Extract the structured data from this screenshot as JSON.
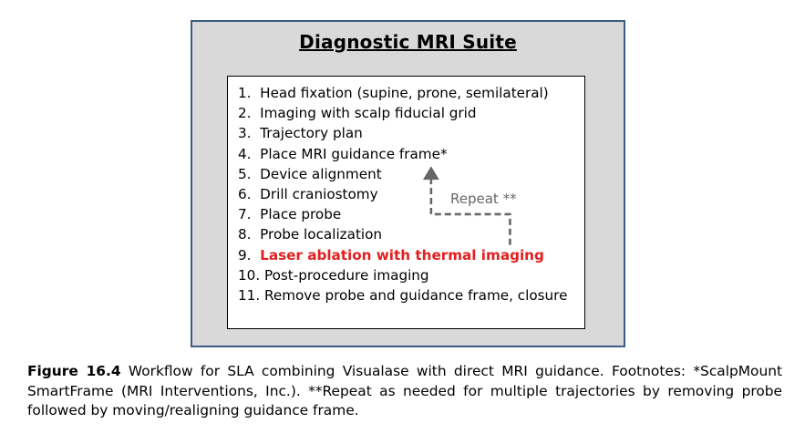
{
  "diagram": {
    "title": "Diagnostic MRI Suite",
    "steps": [
      {
        "num": "1.",
        "label": "Head fixation (supine, prone, semilateral)"
      },
      {
        "num": "2.",
        "label": "Imaging with scalp fiducial grid"
      },
      {
        "num": "3.",
        "label": "Trajectory plan"
      },
      {
        "num": "4.",
        "label": "Place MRI guidance frame*"
      },
      {
        "num": "5.",
        "label": "Device alignment"
      },
      {
        "num": "6.",
        "label": "Drill craniostomy"
      },
      {
        "num": "7.",
        "label": "Place probe"
      },
      {
        "num": "8.",
        "label": "Probe localization"
      },
      {
        "num": "9.",
        "label": "Laser ablation with thermal imaging",
        "highlight": true
      },
      {
        "num": "10.",
        "label": "Post-procedure imaging"
      },
      {
        "num": "11.",
        "label": "Remove probe and guidance frame, closure"
      }
    ],
    "repeat_label": "Repeat **",
    "colors": {
      "frame_border": "#3f5a84",
      "frame_fill": "#d9d9d9",
      "highlight_text": "#e41e1e",
      "arrow": "#666666"
    }
  },
  "caption": {
    "figure_label": "Figure 16.4",
    "text": " Workflow for SLA combining Visualase with direct MRI guidance. Footnotes: *ScalpMount SmartFrame (MRI Interventions, Inc.). **Repeat as needed for multiple trajectories by removing probe followed by moving/realigning guidance frame."
  }
}
